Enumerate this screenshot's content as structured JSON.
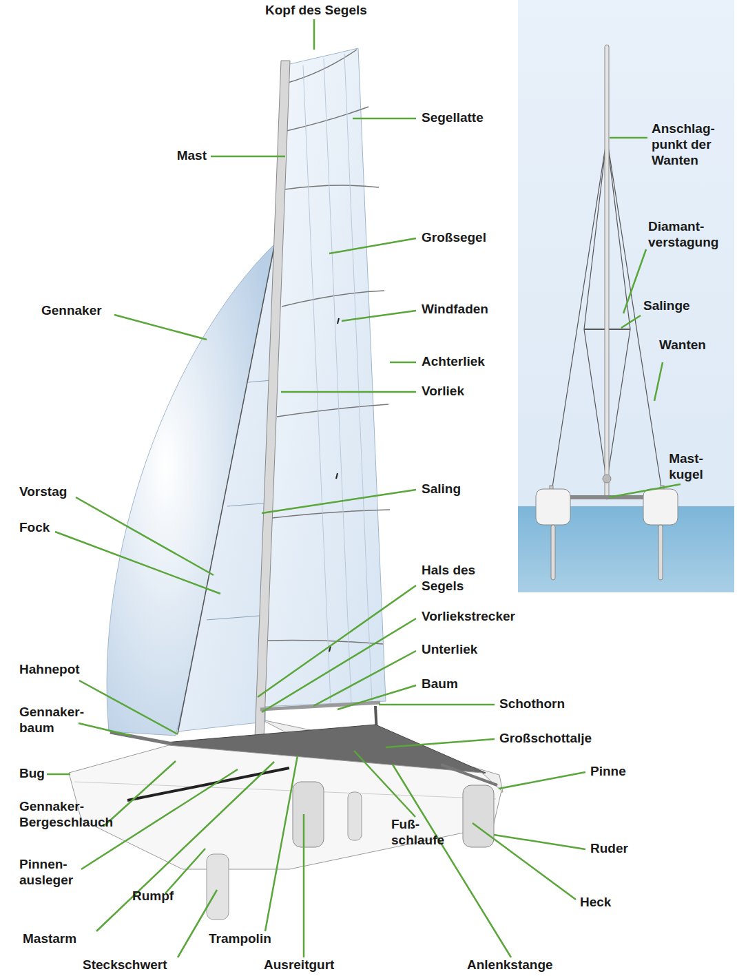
{
  "diagram": {
    "labels": [
      "Kopf des Segels",
      "Segellatte",
      "Anschlag- punkt der Wanten",
      "Mast",
      "Großsegel",
      "Diamant- verstagung",
      "Salinge",
      "Gennaker",
      "Windfaden",
      "Wanten",
      "Achterliek",
      "Vorliek",
      "Mast- kugel",
      "Vorstag",
      "Saling",
      "Fock",
      "Hals des Segels",
      "Vorliekstrecker",
      "Unterliek",
      "Hahnepot",
      "Baum",
      "Gennaker- baum",
      "Schothorn",
      "Großschottalje",
      "Bug",
      "Pinne",
      "Gennaker- Bergeschlauch",
      "Fuß- schlaufe",
      "Ruder",
      "Pinnen- ausleger",
      "Rumpf",
      "Heck",
      "Mastarm",
      "Trampolin",
      "Steckschwert",
      "Ausreitgurt",
      "Anlenkstange"
    ]
  }
}
